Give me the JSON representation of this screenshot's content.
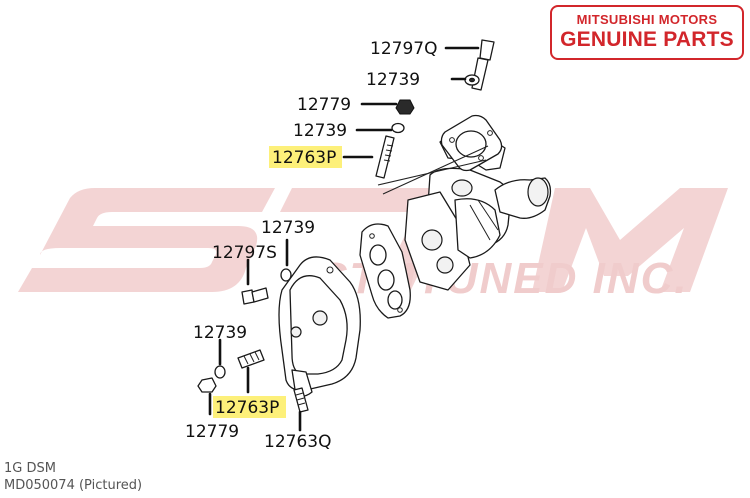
{
  "badge": {
    "line1": "MITSUBISHI MOTORS",
    "line2": "GENUINE PARTS",
    "color": "#d2262b"
  },
  "watermark": {
    "line1": "STM",
    "line2": "STMTUNED INC.",
    "color": "#f0cccc"
  },
  "highlight_color": "#fdf07a",
  "parts": {
    "p_12797Q": "12797Q",
    "p_12739_top": "12739",
    "p_12779_top": "12779",
    "p_12739_mid": "12739",
    "p_12763P_top": "12763P",
    "p_12739_right": "12739",
    "p_12797S": "12797S",
    "p_12739_low": "12739",
    "p_12763P_low": "12763P",
    "p_12779_low": "12779",
    "p_12763Q": "12763Q"
  },
  "caption": {
    "model": "1G DSM",
    "part_number": "MD050074  (Pictured)"
  }
}
